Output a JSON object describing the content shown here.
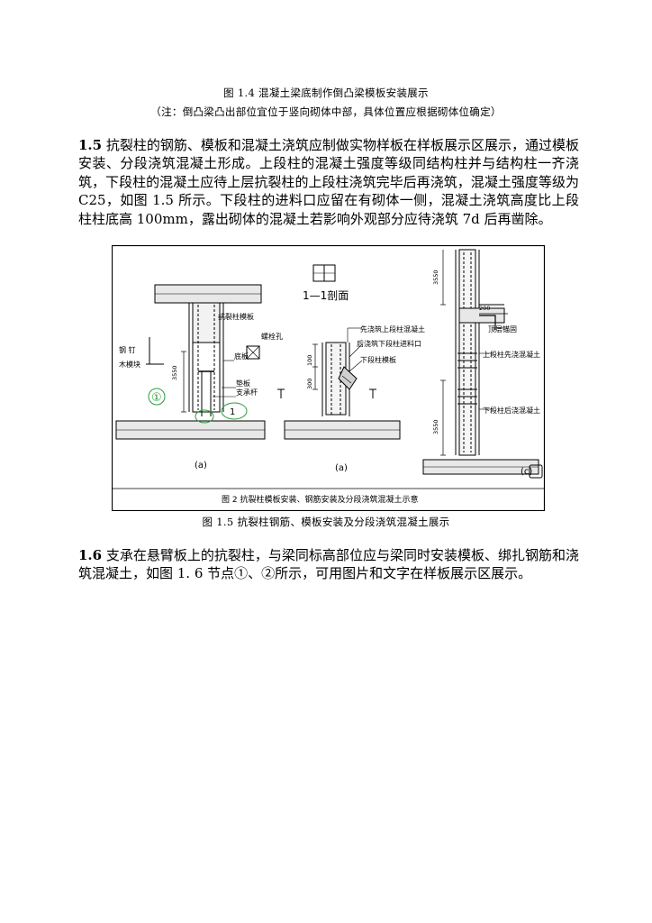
{
  "caption_top": "图 1.4 混凝土梁底制作倒凸梁模板安装展示",
  "caption_note": "（注：倒凸梁凸出部位宜位于竖向砌体中部，具体位置应根据砌体位确定）",
  "para_15": {
    "num": "1.5",
    "text": " 抗裂柱的钢筋、模板和混凝土浇筑应制做实物样板在样板展示区展示，通过模板安装、分段浇筑混凝土形成。上段柱的混凝土强度等级同结构柱并与结构柱一齐浇筑，下段柱的混凝土应待上层抗裂柱的上段柱浇筑完毕后再浇筑，混凝土强度等级为 C25，如图 1.5 所示。下段柱的进料口应留在有砌体一侧，混凝土浇筑高度比上段柱柱底高 100mm，露出砌体的混凝土若影响外观部分应待浇筑 7d 后再凿除。"
  },
  "figure": {
    "title": "图  2   抗裂柱模板安装、钢筋安装及分段浇筑混凝土示意",
    "section_label": "1—1剖面",
    "label_a1": "(a)",
    "label_a2": "(a)",
    "label_c": "(c)",
    "circle_1": "①",
    "label_1": "1",
    "t_steel_nail": "钢  钉",
    "t_wood_block": "木模块",
    "t_column_form": "抗裂柱模板",
    "t_bolt_hole": "螺栓孔",
    "t_bottom_plate": "底板",
    "t_pad_plate": "垫板",
    "t_support_rod": "支承杆",
    "t_first_pour": "先浇筑上段柱混凝土",
    "t_inlet": "后浇筑下段柱进料口",
    "t_lower_form": "下段柱模板",
    "t_dim_100": "100",
    "t_dim_200": "200",
    "t_dim_300": "300",
    "t_dim_3550a": "3550",
    "t_dim_3550b": "3550",
    "t_dim_3550c": "3550",
    "t_anchor": "顶层锚固",
    "t_upper_first": "上段柱先浇混凝土",
    "t_lower_later": "下段柱后浇混凝土"
  },
  "caption_fig": "图 1.5   抗裂柱钢筋、模板安装及分段浇筑混凝土展示",
  "para_16": {
    "num": "1.6",
    "text": " 支承在悬臂板上的抗裂柱，与梁同标高部位应与梁同时安装模板、绑扎钢筋和浇筑混凝土，如图 1. 6 节点①、②所示，可用图片和文字在样板展示区展示。"
  }
}
